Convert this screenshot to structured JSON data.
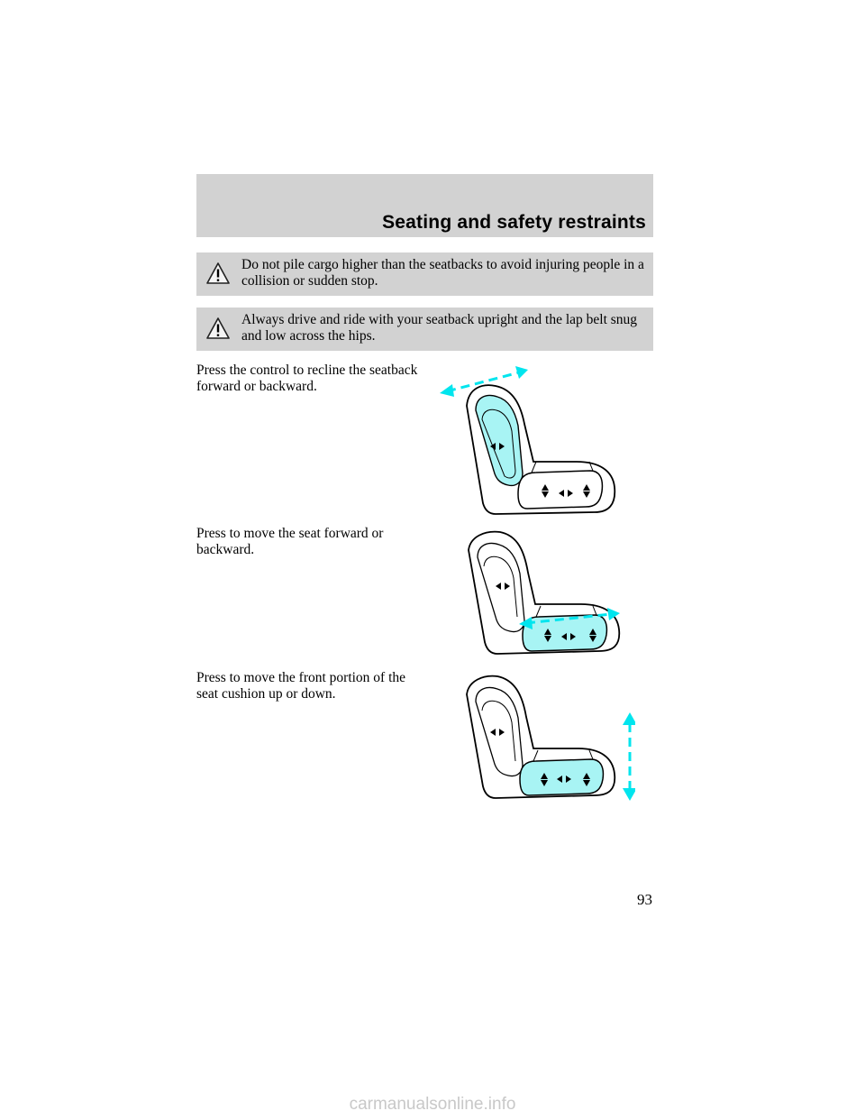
{
  "header": {
    "title": "Seating and safety restraints"
  },
  "warnings": [
    {
      "text": "Do not pile cargo higher than the seatbacks to avoid injuring people in a collision or sudden stop.",
      "icon": "warning-triangle-icon"
    },
    {
      "text": "Always drive and ride with your seatback upright and the lap belt snug and low across the hips.",
      "icon": "warning-triangle-icon"
    }
  ],
  "instructions": [
    {
      "text": "Press the control to recline the seatback forward or backward."
    },
    {
      "text": "Press to move the seat forward or backward."
    },
    {
      "text": "Press to move the front portion of the seat cushion up or down."
    }
  ],
  "colors": {
    "band": "#d2d2d2",
    "highlight": "#a8f4f4",
    "arrow": "#00e5ee"
  },
  "page_number": "93",
  "footer": {
    "watermark": "carmanualsonline.info"
  }
}
